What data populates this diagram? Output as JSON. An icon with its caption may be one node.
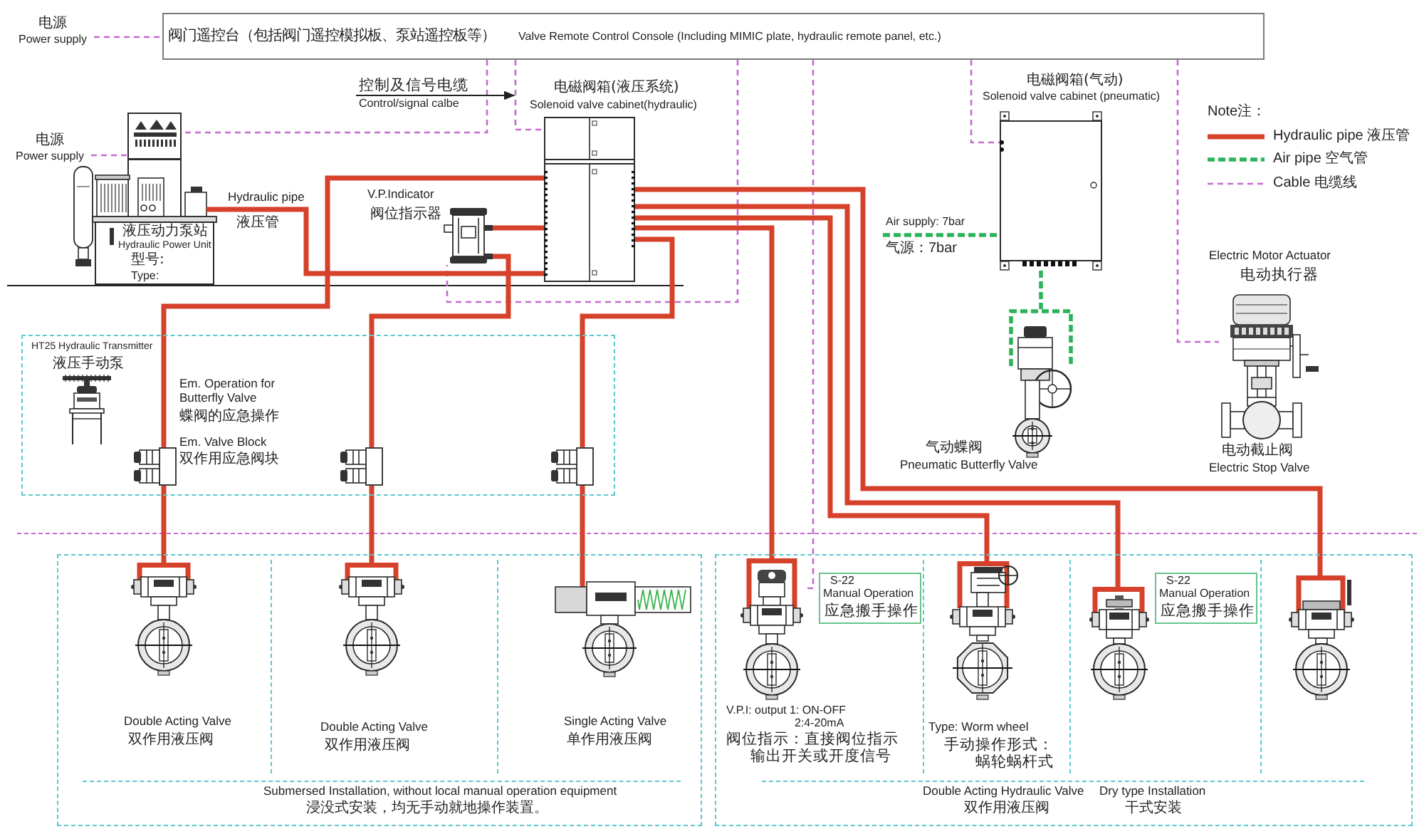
{
  "diagram": {
    "nodes": [
      {
        "text": [
          "阀门遥控台（包括阀门遥控模拟板、泵站遥控板等）",
          "Valve Remote Control Console (Including MIMIC plate, hydraulic remote panel, etc.)"
        ]
      },
      {
        "text": [
          "电源",
          "Power supply"
        ]
      },
      {
        "text": [
          "电源",
          "Power supply"
        ]
      },
      {
        "text": [
          "液压动力泵站",
          "Hydraulic Power Unit",
          "型号:",
          "Type:"
        ]
      },
      {
        "text": [
          "控制及信号电缆",
          "Control/signal calbe"
        ]
      },
      {
        "text": [
          "电磁阀箱(液压系统)",
          "Solenoid valve cabinet(hydraulic)"
        ]
      },
      {
        "text": [
          "V.P.Indicator",
          "阀位指示器"
        ]
      },
      {
        "text": [
          "电磁阀箱(气动)",
          "Solenoid valve cabinet (pneumatic)"
        ]
      },
      {
        "text": [
          "Air supply: 7bar",
          "气源：7bar"
        ]
      },
      {
        "text": [
          "气动蝶阀",
          "Pneumatic Butterfly Valve"
        ]
      },
      {
        "text": [
          "Electric Motor Actuator",
          "电动执行器",
          "电动截止阀",
          "Electric Stop Valve"
        ]
      },
      {
        "text": [
          "Em. Operation for Butterfly Valve",
          "蝶阀的应急操作"
        ]
      },
      {
        "text": [
          "HT25 Hydraulic Transmitter",
          "液压手动泵"
        ],
        "in": 11
      },
      {
        "text": [
          "Em. Valve Block",
          "双作用应急阀块"
        ],
        "in": 11
      },
      {
        "text": [],
        "shape": "picture",
        "in": 11
      },
      {
        "text": [],
        "shape": "picture",
        "in": 11
      },
      {
        "text": [
          "Submersed Installation, without local manual operation equipment",
          "浸没式安装，均无手动就地操作装置。"
        ]
      },
      {
        "text": [
          "Double Acting Valve",
          "双作用液压阀"
        ],
        "in": 16
      },
      {
        "text": [
          "Double Acting Valve",
          "双作用液压阀"
        ],
        "in": 16
      },
      {
        "text": [
          "Single Acting Valve",
          "单作用液压阀"
        ],
        "in": 16
      },
      {
        "text": [
          "Double Acting Hydraulic Valve",
          "双作用液压阀",
          "Dry type Installation",
          "干式安装"
        ]
      },
      {
        "text": [
          "V.P.I: output 1: ON-OFF 2:4-20mA",
          "阀位指示：直接阀位指示输出开关或开度信号"
        ],
        "in": 20
      },
      {
        "text": [
          "S-22",
          "Manual Operation",
          "应急搬手操作"
        ],
        "in": 20
      },
      {
        "text": [
          "Type: Worm wheel",
          "手动操作形式：蜗轮蜗杆式"
        ],
        "in": 20
      },
      {
        "text": [],
        "shape": "picture",
        "in": 20
      },
      {
        "text": [
          "S-22",
          "Manual Operation",
          "应急搬手操作"
        ],
        "in": 20
      },
      {
        "text": [],
        "shape": "picture",
        "in": 20
      }
    ],
    "edges": [
      {
        "from": 1,
        "to": 0,
        "arrow": "none",
        "style": "dashed",
        "color": "#c46bd0"
      },
      {
        "from": 0,
        "to": 3,
        "arrow": "none",
        "style": "dashed",
        "color": "#c46bd0"
      },
      {
        "from": 2,
        "to": 3,
        "arrow": "none",
        "style": "dashed",
        "color": "#c46bd0"
      },
      {
        "from": 0,
        "to": 5,
        "arrow": "none",
        "style": "dashed",
        "color": "#c46bd0"
      },
      {
        "from": 0,
        "to": 6,
        "arrow": "none",
        "style": "dashed",
        "color": "#c46bd0"
      },
      {
        "from": 0,
        "to": 7,
        "arrow": "none",
        "style": "dashed",
        "color": "#c46bd0"
      },
      {
        "from": 0,
        "to": 21,
        "arrow": "none",
        "style": "dashed",
        "color": "#c46bd0"
      },
      {
        "from": 0,
        "to": 10,
        "arrow": "none",
        "style": "dashed",
        "color": "#c46bd0"
      },
      {
        "from": 4,
        "to": 5,
        "arrow": "to",
        "color": "#222222"
      },
      {
        "from": 3,
        "to": 5,
        "arrow": "none"
      },
      {
        "from": 5,
        "to": 13,
        "arrow": "none"
      },
      {
        "from": 5,
        "to": 6,
        "arrow": "none"
      },
      {
        "from": 6,
        "to": 14,
        "arrow": "none"
      },
      {
        "from": 5,
        "to": 15,
        "arrow": "none"
      },
      {
        "from": 13,
        "to": 17,
        "arrow": "none"
      },
      {
        "from": 14,
        "to": 18,
        "arrow": "none"
      },
      {
        "from": 15,
        "to": 19,
        "arrow": "none"
      },
      {
        "from": 5,
        "to": 21,
        "arrow": "none"
      },
      {
        "from": 5,
        "to": 23,
        "arrow": "none"
      },
      {
        "from": 5,
        "to": 24,
        "arrow": "none"
      },
      {
        "from": 5,
        "to": 26,
        "arrow": "none"
      },
      {
        "from": 8,
        "to": 7,
        "arrow": "none",
        "style": "dashed",
        "color": "#2db35a"
      },
      {
        "from": 7,
        "to": 9,
        "arrow": "none",
        "style": "dashed",
        "color": "#2db35a"
      }
    ],
    "labels": [
      "Hydraulic pipe",
      "液压管",
      "Note注："
    ],
    "legend": [
      {
        "text": "Hydraulic pipe 液压管"
      },
      {
        "text": "Air pipe 空气管"
      },
      {
        "text": "Cable 电缆线"
      }
    ]
  }
}
